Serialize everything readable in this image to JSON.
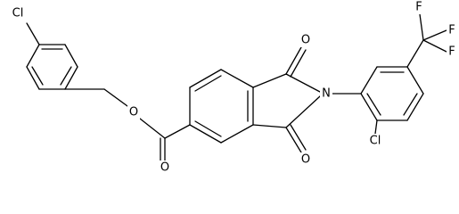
{
  "atom_labels": {
    "cl_benzyl": "Cl",
    "o_ester": "O",
    "o_carbonyl_ester": "O",
    "o_imide_top": "O",
    "o_imide_bottom": "O",
    "n_imide": "N",
    "cl_aryl": "Cl",
    "f_top": "F",
    "f_right_top": "F",
    "f_right_bottom": "F"
  },
  "colors": {
    "bond": "#000000",
    "label": "#000000",
    "background": "#ffffff"
  }
}
